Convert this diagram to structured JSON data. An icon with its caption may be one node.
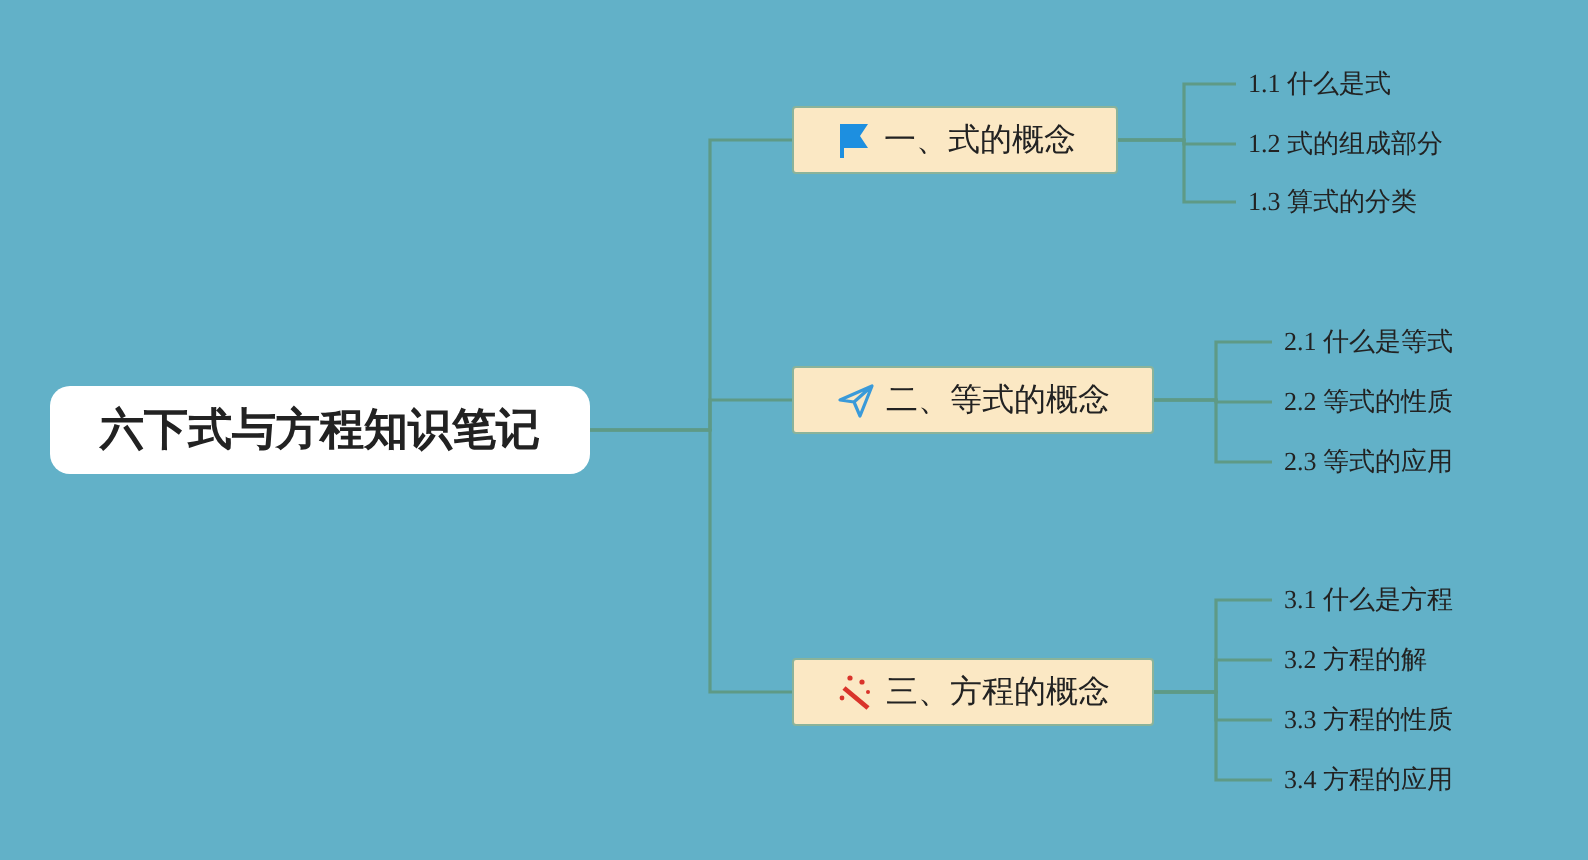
{
  "diagram": {
    "nodes": [
      {
        "text": [
          "六下式与方程知识笔记"
        ]
      },
      {
        "text": [
          "一、式的概念"
        ]
      },
      {
        "text": [
          "1.1 什么是式"
        ]
      },
      {
        "text": [
          "1.2 式的组成部分"
        ]
      },
      {
        "text": [
          "1.3 算式的分类"
        ]
      },
      {
        "text": [
          "二、等式的概念"
        ]
      },
      {
        "text": [
          "2.1 什么是等式"
        ]
      },
      {
        "text": [
          "2.2 等式的性质"
        ]
      },
      {
        "text": [
          "2.3 等式的应用"
        ]
      },
      {
        "text": [
          "三、方程的概念"
        ]
      },
      {
        "text": [
          "3.1 什么是方程"
        ]
      },
      {
        "text": [
          "3.2 方程的解"
        ]
      },
      {
        "text": [
          "3.3 方程的性质"
        ]
      },
      {
        "text": [
          "3.4 方程的应用"
        ]
      }
    ],
    "edges": [
      {
        "from": 0,
        "to": 1,
        "arrow": "none"
      },
      {
        "from": 0,
        "to": 5,
        "arrow": "none"
      },
      {
        "from": 0,
        "to": 9,
        "arrow": "none"
      },
      {
        "from": 1,
        "to": 2,
        "arrow": "none"
      },
      {
        "from": 1,
        "to": 3,
        "arrow": "none"
      },
      {
        "from": 1,
        "to": 4,
        "arrow": "none"
      },
      {
        "from": 5,
        "to": 6,
        "arrow": "none"
      },
      {
        "from": 5,
        "to": 7,
        "arrow": "none"
      },
      {
        "from": 5,
        "to": 8,
        "arrow": "none"
      },
      {
        "from": 9,
        "to": 10,
        "arrow": "none"
      },
      {
        "from": 9,
        "to": 11,
        "arrow": "none"
      },
      {
        "from": 9,
        "to": 12,
        "arrow": "none"
      },
      {
        "from": 9,
        "to": 13,
        "arrow": "none"
      }
    ]
  }
}
